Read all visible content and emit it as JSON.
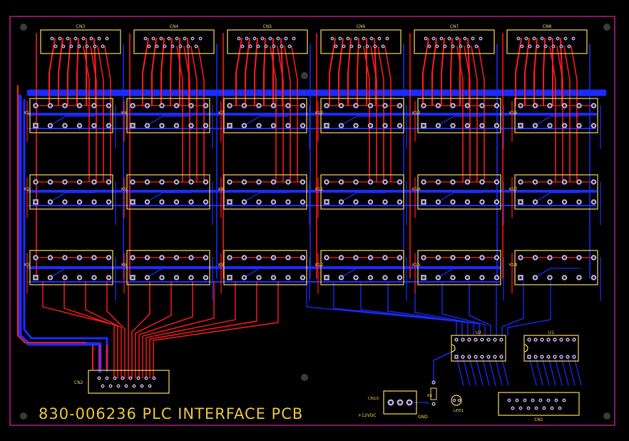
{
  "board": {
    "title": "830-006236 PLC INTERFACE PCB",
    "colors": {
      "background": "#000000",
      "outline": "#b01a8c",
      "top_copper": "#ff1a1a",
      "bottom_copper": "#1a2bff",
      "silkscreen": "#f2d15a",
      "pad": "#b9a8d8",
      "mounting_hole": "#3a3a3a"
    }
  },
  "connectors_top": [
    "CN3",
    "CN4",
    "CN5",
    "CN6",
    "CN7",
    "CN8"
  ],
  "connector_bottom": "CN2",
  "connector_right": "CN1",
  "relays": {
    "col1": [
      "K1",
      "K2",
      "K3"
    ],
    "col2": [
      "K4",
      "K5",
      "K6"
    ],
    "col3": [
      "K7",
      "K8",
      "K9"
    ],
    "col4": [
      "K10",
      "K11",
      "K12"
    ],
    "col5": [
      "K13",
      "K14",
      "K15"
    ],
    "col6": [
      "K16",
      "K17",
      "K18"
    ]
  },
  "ics": [
    "U2",
    "U1"
  ],
  "power": {
    "connector": "CN10",
    "plus_label": "+12VDC",
    "gnd_label": "GND",
    "resistor": "R1",
    "led": "LED1"
  }
}
